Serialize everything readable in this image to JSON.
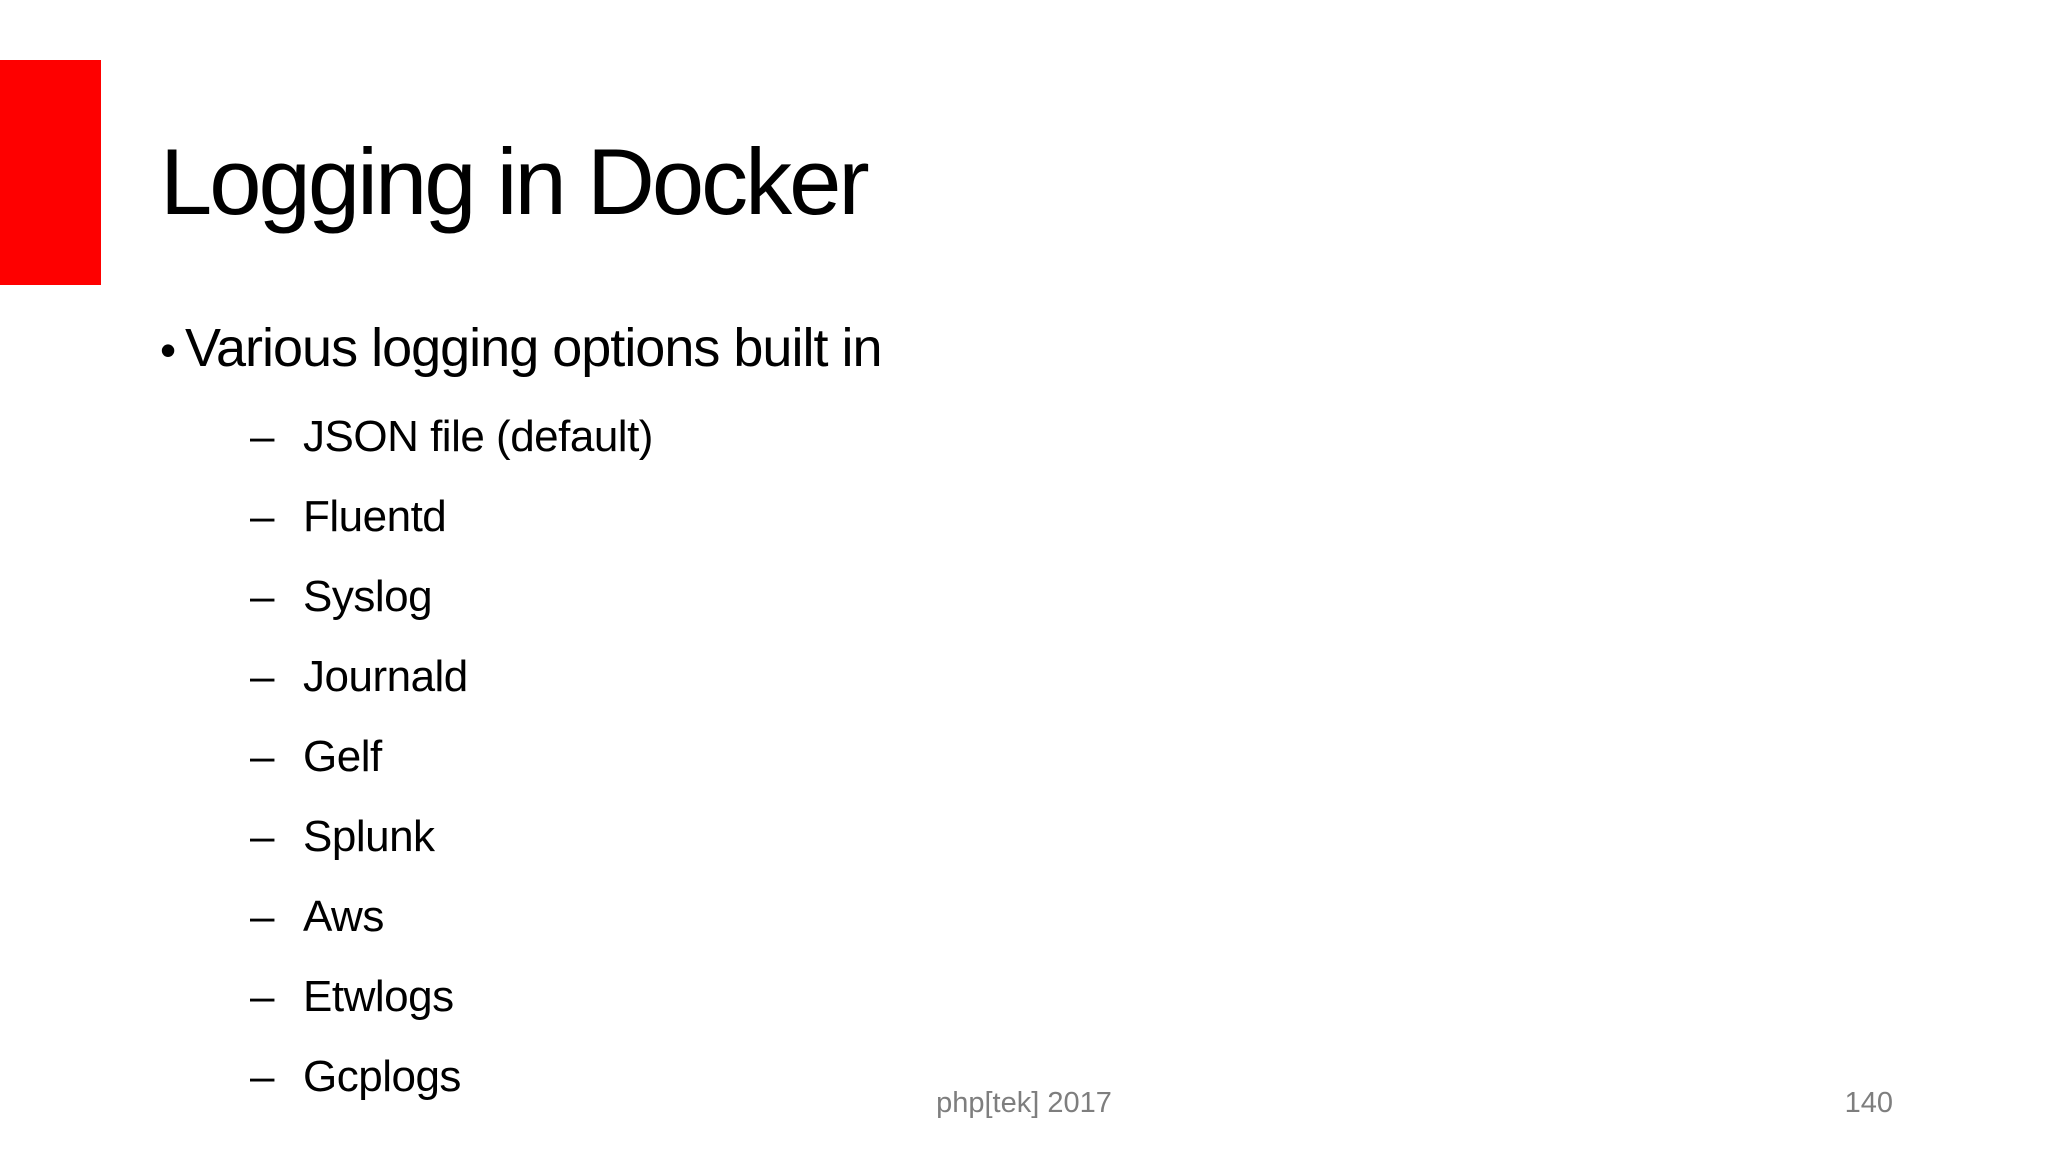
{
  "slide": {
    "title": "Logging in Docker",
    "bullet_marker": "•",
    "bullet": "Various logging options built in",
    "sub_bullet_marker": "–",
    "sub_bullets": [
      "JSON file (default)",
      "Fluentd",
      "Syslog",
      "Journald",
      "Gelf",
      "Splunk",
      "Aws",
      "Etwlogs",
      "Gcplogs"
    ],
    "footer": {
      "conference": "php[tek] 2017",
      "page_number": "140"
    },
    "colors": {
      "accent_red": "#fe0000",
      "text_black": "#000000",
      "footer_gray": "#7e7e7e"
    }
  }
}
